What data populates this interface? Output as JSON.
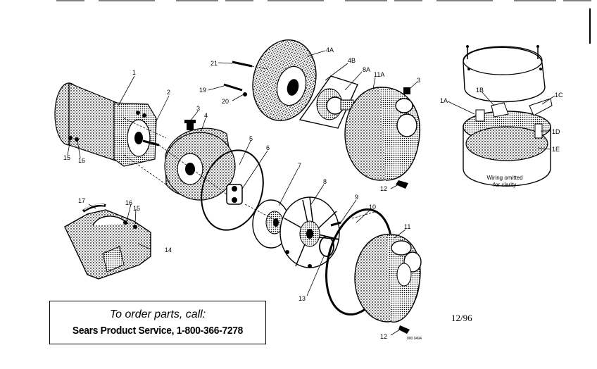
{
  "labels": {
    "p1": "1",
    "p2": "2",
    "p3": "3",
    "p4": "4",
    "p4a": "4A",
    "p4b": "4B",
    "p5": "5",
    "p6": "6",
    "p7": "7",
    "p8": "8",
    "p8a": "8A",
    "p9": "9",
    "p10": "10",
    "p11": "11",
    "p11a": "11A",
    "p12a": "12",
    "p12b": "12",
    "p13": "13",
    "p14": "14",
    "p15a": "15",
    "p15b": "15",
    "p16a": "16",
    "p16b": "16",
    "p17": "17",
    "p19": "19",
    "p20": "20",
    "p21": "21",
    "p3b": "3",
    "p1a": "1A",
    "p1b": "1B",
    "p1c": "1C",
    "p1d": "1D",
    "p1e": "1E"
  },
  "wiring_note": {
    "line1": "Wiring omitted",
    "line2": "for clarity"
  },
  "callout": {
    "line1": "To order parts, call:",
    "line2": "Sears Product Service, 1-800-366-7278"
  },
  "date_code": "12/96",
  "drawing_code": "000 0494"
}
